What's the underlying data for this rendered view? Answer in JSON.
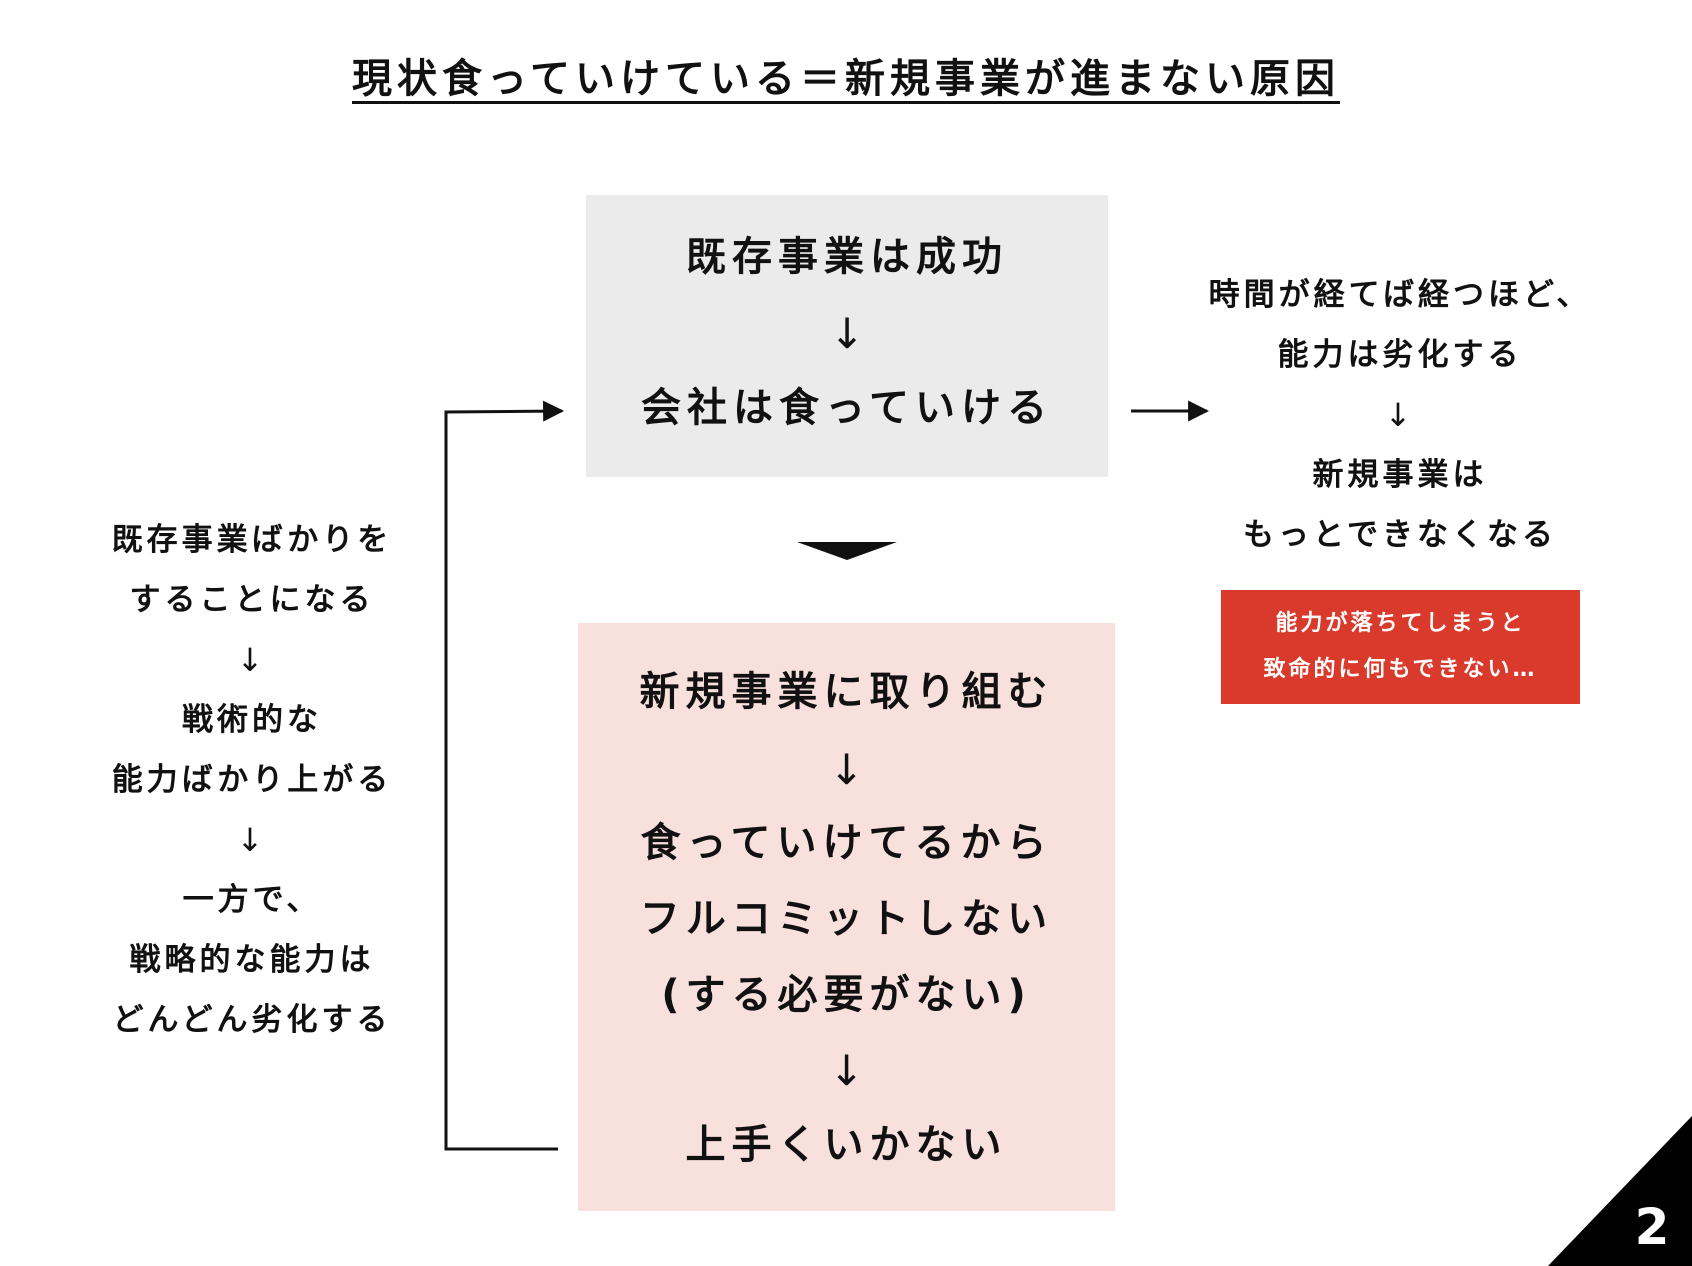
{
  "title": "現状食っていけている＝新規事業が進まない原因",
  "top_box": {
    "line1": "既存事業は成功",
    "arrow1": "↓",
    "line2": "会社は食っていける"
  },
  "bottom_box": {
    "line1": "新規事業に取り組む",
    "arrow1": "↓",
    "line2": "食っていけてるから",
    "line3": "フルコミットしない",
    "line4": "(する必要がない)",
    "arrow2": "↓",
    "line5": "上手くいかない"
  },
  "left_text": {
    "line1": "既存事業ばかりを",
    "line2": "することになる",
    "arrow1": "↓",
    "line3": "戦術的な",
    "line4": "能力ばかり上がる",
    "arrow2": "↓",
    "line5": "一方で、",
    "line6": "戦略的な能力は",
    "line7": "どんどん劣化する"
  },
  "right_text": {
    "line1": "時間が経てば経つほど、",
    "line2": "能力は劣化する",
    "arrow1": "↓",
    "line3": "新規事業は",
    "line4": "もっとできなくなる"
  },
  "alert": {
    "line1": "能力が落ちてしまうと",
    "line2": "致命的に何もできない…",
    "color": "#d93a2b"
  },
  "page_number": "2",
  "colors": {
    "top_box": "#ebebeb",
    "bottom_box": "#f8e0dd",
    "text": "#111111",
    "corner": "#000000"
  }
}
